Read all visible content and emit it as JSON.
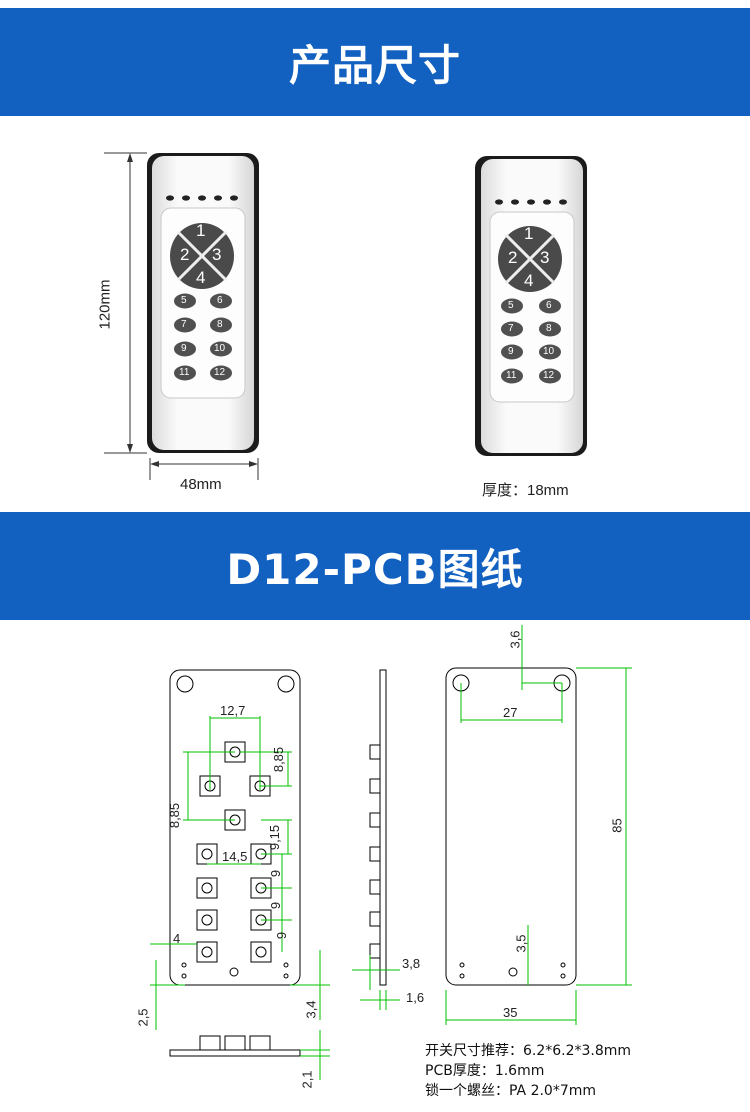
{
  "section1": {
    "title": "产品尺寸"
  },
  "section2": {
    "title": "D12-PCB图纸"
  },
  "dimensions": {
    "height": "120mm",
    "width": "48mm",
    "thickness": "厚度：18mm"
  },
  "remote": {
    "big_buttons": [
      "1",
      "2",
      "3",
      "4"
    ],
    "small_buttons": [
      "5",
      "6",
      "7",
      "8",
      "9",
      "10",
      "11",
      "12"
    ]
  },
  "pcb": {
    "front_labels": {
      "d12_7": "12,7",
      "d8_85a": "8,85",
      "d8_85b": "8,85",
      "d14_5": "14,5",
      "d9_15": "9,15",
      "d9a": "9",
      "d9b": "9",
      "d9c": "9",
      "d4": "4",
      "d2_5": "2,5",
      "d3_4": "3,4",
      "d2_1": "2,1"
    },
    "side_labels": {
      "d3_8": "3,8",
      "d1_6": "1,6"
    },
    "back_labels": {
      "d3_6": "3,6",
      "d27": "27",
      "d85": "85",
      "d3_5": "3,5",
      "d35": "35"
    }
  },
  "notes": [
    "开关尺寸推荐：6.2*6.2*3.8mm",
    "PCB厚度：1.6mm",
    "锁一个螺丝：PA 2.0*7mm"
  ],
  "colors": {
    "banner": "#1260c0",
    "dim_line": "#00c000",
    "shell": "#f2f2f2"
  }
}
